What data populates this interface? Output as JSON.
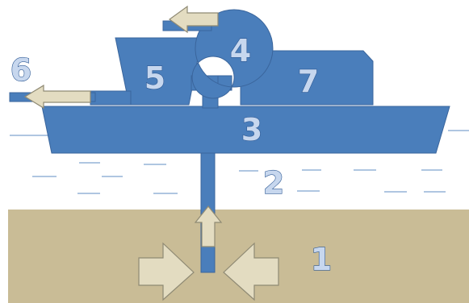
{
  "labels": {
    "n1": "1",
    "n2": "2",
    "n3": "3",
    "n4": "4",
    "n5": "5",
    "n6": "6",
    "n7": "7"
  },
  "colors": {
    "machine_blue": "#4a7ebb",
    "machine_outline": "#3a659c",
    "arrow_fill": "#e3dcc1",
    "arrow_stroke": "#8f8a74",
    "seabed": "#c9bc96",
    "water_line": "#7fa3cf",
    "number_fill": "#c7d7ee"
  }
}
